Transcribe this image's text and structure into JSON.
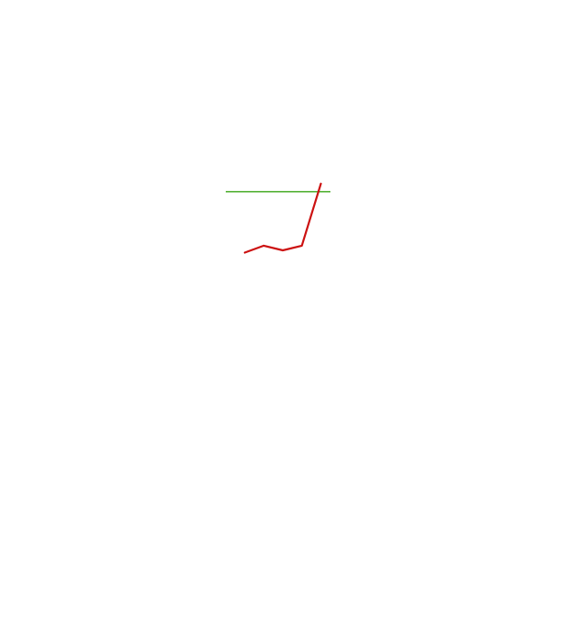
{
  "chart_data": {
    "type": "line",
    "title": "",
    "xlabel": "",
    "ylabel": "",
    "x": [
      1,
      2,
      3,
      4,
      5
    ],
    "series": [
      {
        "values": [
          0.2,
          0.8,
          0.4,
          0.8,
          6.2
        ],
        "color": "#cc1111"
      }
    ],
    "reference_line": {
      "value": 5.5,
      "color": "#44aa22"
    },
    "xlim": [
      0,
      5.5
    ],
    "ylim": [
      0,
      6.5
    ],
    "grid": false,
    "legend": "none"
  },
  "overlay": {
    "title_text": "",
    "value_text": ""
  },
  "colors": {
    "series_line": "#cc1111",
    "reference_line": "#44aa22",
    "faint_text": "#fdfcee"
  }
}
